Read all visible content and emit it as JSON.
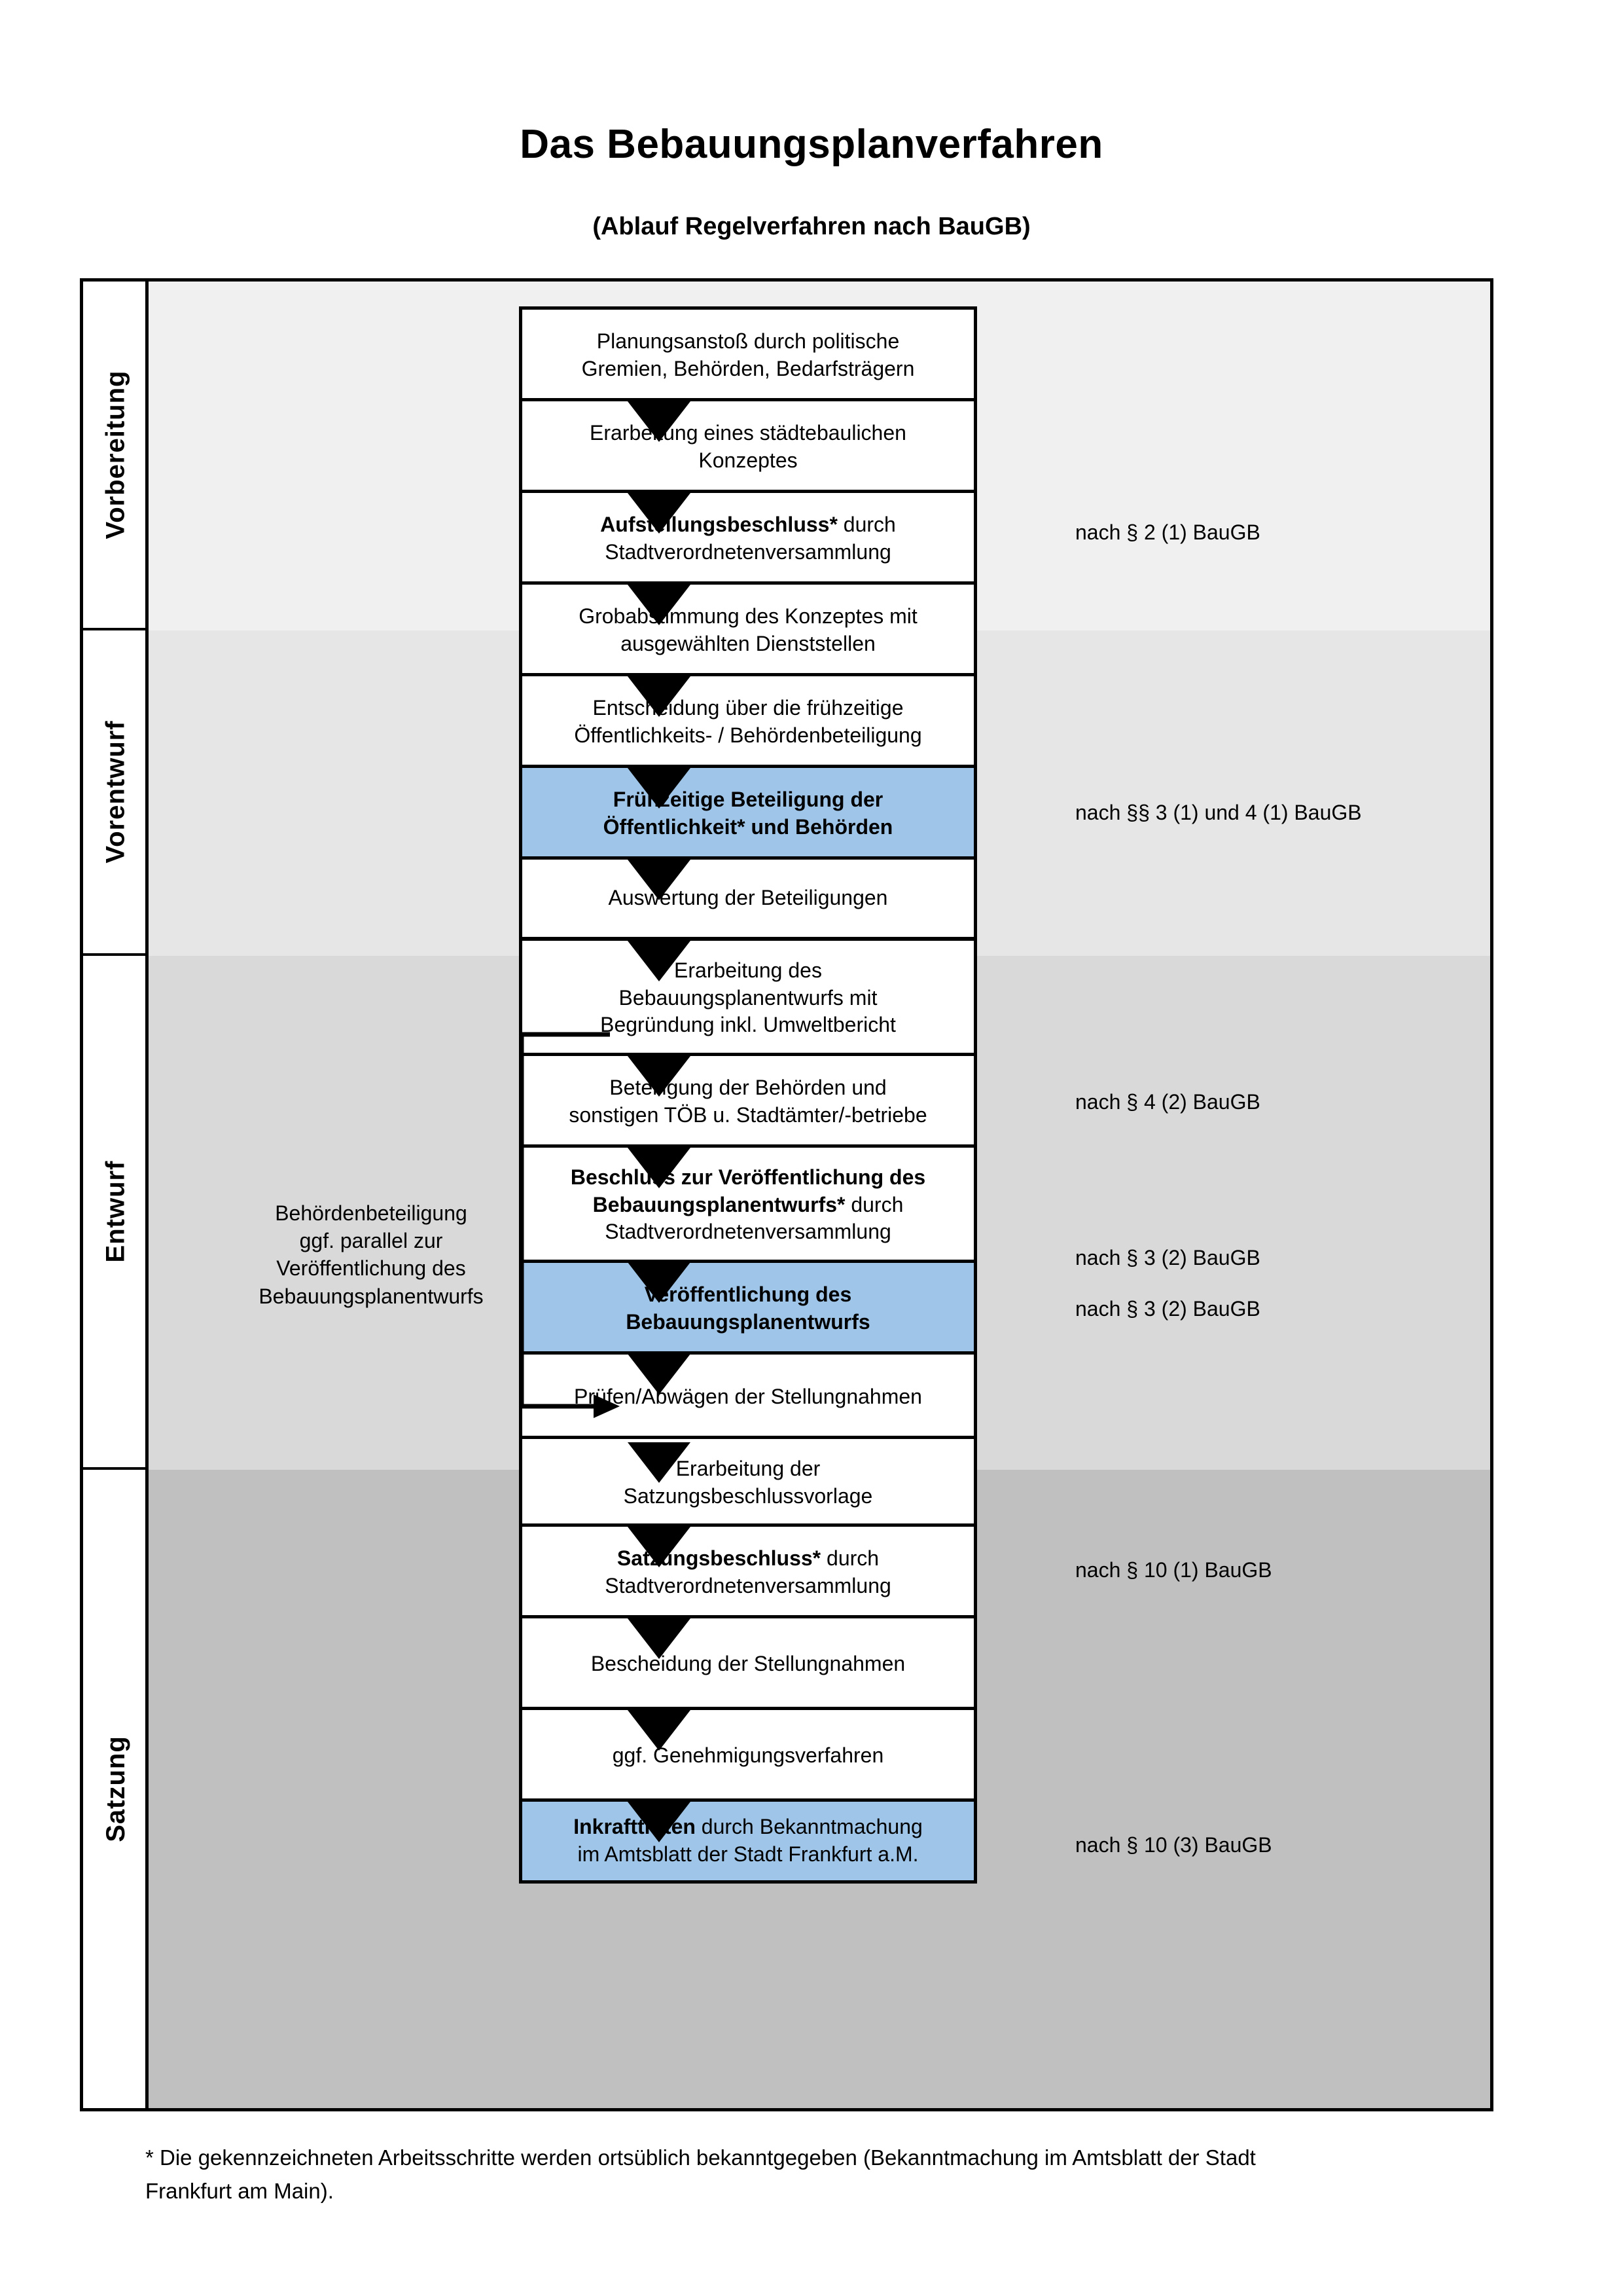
{
  "title": "Das Bebauungsplanverfahren",
  "subtitle": "(Ablauf Regelverfahren nach BauGB)",
  "sections": [
    {
      "label": "Vorbereitung",
      "bg": "#f0f0f0"
    },
    {
      "label": "Vorentwurf",
      "bg": "#e6e6e6"
    },
    {
      "label": "Entwurf",
      "bg": "#d9d9d9"
    },
    {
      "label": "Satzung",
      "bg": "#c0c0c0"
    }
  ],
  "accent_blue": "#9FC5E8",
  "nodes": [
    {
      "id": "n1",
      "highlight": false,
      "lines": [
        {
          "text": "Planungsanstoß durch politische",
          "bold": false
        },
        {
          "text": "Gremien, Behörden, Bedarfsträgern",
          "bold": false
        }
      ]
    },
    {
      "id": "n2",
      "highlight": false,
      "lines": [
        {
          "text": "Erarbeitung eines städtebaulichen",
          "bold": false
        },
        {
          "text": "Konzeptes",
          "bold": false
        }
      ]
    },
    {
      "id": "n3",
      "highlight": false,
      "lines": [
        {
          "text": "Aufstellungsbeschluss*",
          "bold": true
        },
        {
          "text": " durch",
          "bold": false
        },
        {
          "text": "Stadtverordnetenversammlung",
          "bold": false
        }
      ]
    },
    {
      "id": "n4",
      "highlight": false,
      "lines": [
        {
          "text": "Grobabstimmung des Konzeptes mit",
          "bold": false
        },
        {
          "text": "ausgewählten Dienststellen",
          "bold": false
        }
      ]
    },
    {
      "id": "n5",
      "highlight": false,
      "lines": [
        {
          "text": "Entscheidung über die frühzeitige",
          "bold": false
        },
        {
          "text": "Öffentlichkeits- / Behördenbeteiligung",
          "bold": false
        }
      ]
    },
    {
      "id": "n6",
      "highlight": true,
      "lines": [
        {
          "text": "Frühzeitige Beteiligung der",
          "bold": true
        },
        {
          "text": "Öffentlichkeit* und Behörden",
          "bold": true
        }
      ]
    },
    {
      "id": "n7",
      "highlight": false,
      "lines": [
        {
          "text": "Auswertung der Beteiligungen",
          "bold": false
        }
      ]
    },
    {
      "id": "n8",
      "highlight": false,
      "lines": [
        {
          "text": "Erarbeitung des",
          "bold": false
        },
        {
          "text": "Bebauungsplanentwurfs mit",
          "bold": false
        },
        {
          "text": "Begründung inkl. Umweltbericht",
          "bold": false
        }
      ]
    },
    {
      "id": "n9",
      "highlight": false,
      "lines": [
        {
          "text": "Beteiligung der Behörden und",
          "bold": false
        },
        {
          "text": "sonstigen TÖB u. Stadtämter/-betriebe",
          "bold": false
        }
      ]
    },
    {
      "id": "n10",
      "highlight": false,
      "lines": [
        {
          "text": "Beschluss zur Veröffentlichung des",
          "bold": true
        },
        {
          "text": "Bebauungsplanentwurfs*",
          "bold": true
        },
        {
          "text": " durch",
          "bold": false
        },
        {
          "text": "Stadtverordnetenversammlung",
          "bold": false
        }
      ]
    },
    {
      "id": "n11",
      "highlight": true,
      "lines": [
        {
          "text": "Veröffentlichung des",
          "bold": true
        },
        {
          "text": "Bebauungsplanentwurfs",
          "bold": true
        }
      ]
    },
    {
      "id": "n12",
      "highlight": false,
      "lines": [
        {
          "text": "Prüfen/Abwägen der Stellungnahmen",
          "bold": false
        }
      ]
    },
    {
      "id": "n13",
      "highlight": false,
      "lines": [
        {
          "text": "Erarbeitung der",
          "bold": false
        },
        {
          "text": "Satzungsbeschlussvorlage",
          "bold": false
        }
      ]
    },
    {
      "id": "n14",
      "highlight": false,
      "lines": [
        {
          "text": "Satzungsbeschluss*",
          "bold": true
        },
        {
          "text": " durch",
          "bold": false
        },
        {
          "text": "Stadtverordnetenversammlung",
          "bold": false
        }
      ]
    },
    {
      "id": "n15",
      "highlight": false,
      "lines": [
        {
          "text": "Bescheidung der Stellungnahmen",
          "bold": false
        }
      ]
    },
    {
      "id": "n16",
      "highlight": false,
      "lines": [
        {
          "text": "ggf. Genehmigungsverfahren",
          "bold": false
        }
      ]
    },
    {
      "id": "n17",
      "highlight": true,
      "lines": [
        {
          "text": "Inkrafttreten",
          "bold": true
        },
        {
          "text": " durch Bekanntmachung",
          "bold": false
        },
        {
          "text": "im Amtsblatt der Stadt Frankfurt a.M.",
          "bold": false
        }
      ]
    }
  ],
  "node_text": {
    "n1_l1": "Planungsanstoß durch politische",
    "n1_l2": "Gremien, Behörden, Bedarfsträgern",
    "n2_l1": "Erarbeitung eines städtebaulichen",
    "n2_l2": "Konzeptes",
    "n3_l1a": "Aufstellungsbeschluss*",
    "n3_l1b": " durch",
    "n3_l2": "Stadtverordnetenversammlung",
    "n4_l1": "Grobabstimmung des Konzeptes mit",
    "n4_l2": "ausgewählten Dienststellen",
    "n5_l1": "Entscheidung über die frühzeitige",
    "n5_l2": "Öffentlichkeits- / Behördenbeteiligung",
    "n6_l1": "Frühzeitige Beteiligung der",
    "n6_l2": "Öffentlichkeit* und Behörden",
    "n7_l1": "Auswertung der Beteiligungen",
    "n8_l1": "Erarbeitung des",
    "n8_l2": "Bebauungsplanentwurfs mit",
    "n8_l3": "Begründung inkl. Umweltbericht",
    "n9_l1": "Beteiligung der Behörden und",
    "n9_l2": "sonstigen TÖB u. Stadtämter/-betriebe",
    "n10_l1": "Beschluss zur Veröffentlichung des",
    "n10_l2a": "Bebauungsplanentwurfs*",
    "n10_l2b": " durch",
    "n10_l3": "Stadtverordnetenversammlung",
    "n11_l1": "Veröffentlichung des",
    "n11_l2": "Bebauungsplanentwurfs",
    "n12_l1": "Prüfen/Abwägen der Stellungnahmen",
    "n13_l1": "Erarbeitung der",
    "n13_l2": "Satzungsbeschlussvorlage",
    "n14_l1a": "Satzungsbeschluss*",
    "n14_l1b": " durch",
    "n14_l2": "Stadtverordnetenversammlung",
    "n15_l1": "Bescheidung der Stellungnahmen",
    "n16_l1": "ggf. Genehmigungsverfahren",
    "n17_l1a": "Inkrafttreten",
    "n17_l1b": " durch Bekanntmachung",
    "n17_l2": "im Amtsblatt der Stadt Frankfurt a.M."
  },
  "legal_refs": [
    {
      "id": "r1",
      "text": "nach § 2 (1) BauGB"
    },
    {
      "id": "r2",
      "text": "nach §§ 3 (1) und 4 (1) BauGB"
    },
    {
      "id": "r3",
      "text": "nach § 4 (2) BauGB"
    },
    {
      "id": "r4",
      "text": "nach § 3 (2) BauGB"
    },
    {
      "id": "r5",
      "text": "nach § 3 (2) BauGB"
    },
    {
      "id": "r6",
      "text": "nach § 10 (1) BauGB"
    },
    {
      "id": "r7",
      "text": "nach § 10 (3) BauGB"
    }
  ],
  "side_note": {
    "l1": "Behördenbeteiligung",
    "l2": "ggf. parallel zur",
    "l3": "Veröffentlichung des",
    "l4": "Bebauungsplanentwurfs"
  },
  "footnote": {
    "l1": "* Die gekennzeichneten Arbeitsschritte werden ortsüblich bekanntgegeben (Bekanntmachung im Amtsblatt  der Stadt",
    "l2": "Frankfurt am Main)."
  }
}
